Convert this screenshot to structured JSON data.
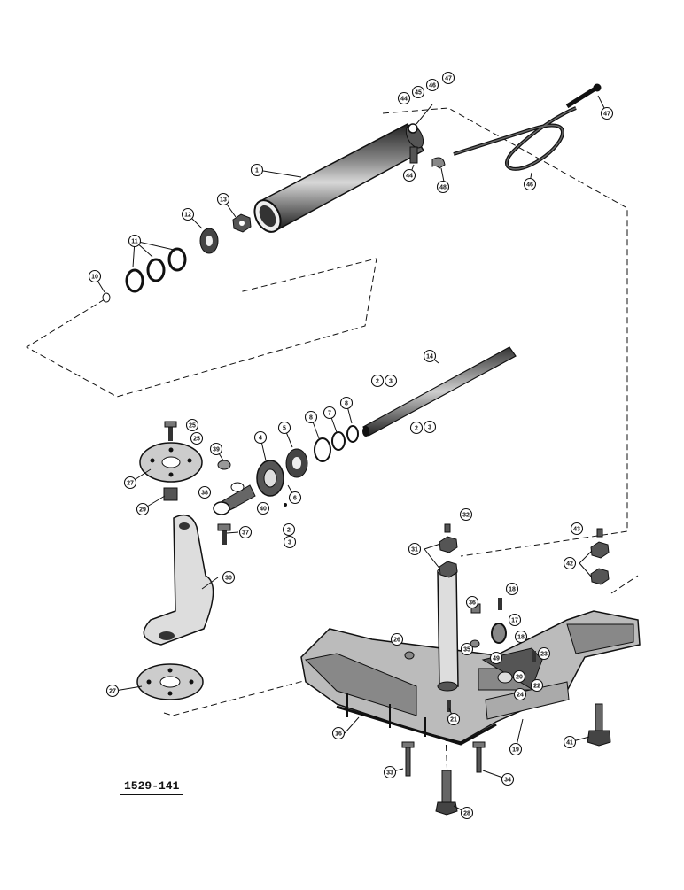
{
  "figure": {
    "id_label": "1529-141"
  },
  "callouts": [
    {
      "key": "c1",
      "text": "1"
    },
    {
      "key": "c2a",
      "text": "2"
    },
    {
      "key": "c3a",
      "text": "3"
    },
    {
      "key": "c2b",
      "text": "2"
    },
    {
      "key": "c3b",
      "text": "3"
    },
    {
      "key": "c2c",
      "text": "2"
    },
    {
      "key": "c3c",
      "text": "3"
    },
    {
      "key": "c4",
      "text": "4"
    },
    {
      "key": "c5",
      "text": "5"
    },
    {
      "key": "c6",
      "text": "6"
    },
    {
      "key": "c7",
      "text": "7"
    },
    {
      "key": "c8a",
      "text": "8"
    },
    {
      "key": "c8b",
      "text": "8"
    },
    {
      "key": "c10",
      "text": "10"
    },
    {
      "key": "c11",
      "text": "11"
    },
    {
      "key": "c12",
      "text": "12"
    },
    {
      "key": "c13",
      "text": "13"
    },
    {
      "key": "c14",
      "text": "14"
    },
    {
      "key": "c16",
      "text": "16"
    },
    {
      "key": "c17",
      "text": "17"
    },
    {
      "key": "c18a",
      "text": "18"
    },
    {
      "key": "c18b",
      "text": "18"
    },
    {
      "key": "c19",
      "text": "19"
    },
    {
      "key": "c20",
      "text": "20"
    },
    {
      "key": "c21",
      "text": "21"
    },
    {
      "key": "c22",
      "text": "22"
    },
    {
      "key": "c23",
      "text": "23"
    },
    {
      "key": "c24",
      "text": "24"
    },
    {
      "key": "c25a",
      "text": "25"
    },
    {
      "key": "c25b",
      "text": "25"
    },
    {
      "key": "c26",
      "text": "26"
    },
    {
      "key": "c27a",
      "text": "27"
    },
    {
      "key": "c27b",
      "text": "27"
    },
    {
      "key": "c28",
      "text": "28"
    },
    {
      "key": "c29",
      "text": "29"
    },
    {
      "key": "c30",
      "text": "30"
    },
    {
      "key": "c31",
      "text": "31"
    },
    {
      "key": "c32",
      "text": "32"
    },
    {
      "key": "c33",
      "text": "33"
    },
    {
      "key": "c34",
      "text": "34"
    },
    {
      "key": "c35",
      "text": "35"
    },
    {
      "key": "c36",
      "text": "36"
    },
    {
      "key": "c37",
      "text": "37"
    },
    {
      "key": "c38",
      "text": "38"
    },
    {
      "key": "c39",
      "text": "39"
    },
    {
      "key": "c40",
      "text": "40"
    },
    {
      "key": "c41",
      "text": "41"
    },
    {
      "key": "c42",
      "text": "42"
    },
    {
      "key": "c43",
      "text": "43"
    },
    {
      "key": "c44a",
      "text": "44"
    },
    {
      "key": "c44b",
      "text": "44"
    },
    {
      "key": "c45",
      "text": "45"
    },
    {
      "key": "c46a",
      "text": "46"
    },
    {
      "key": "c46b",
      "text": "46"
    },
    {
      "key": "c47a",
      "text": "47"
    },
    {
      "key": "c47b",
      "text": "47"
    },
    {
      "key": "c48",
      "text": "48"
    },
    {
      "key": "c49",
      "text": "49"
    }
  ]
}
